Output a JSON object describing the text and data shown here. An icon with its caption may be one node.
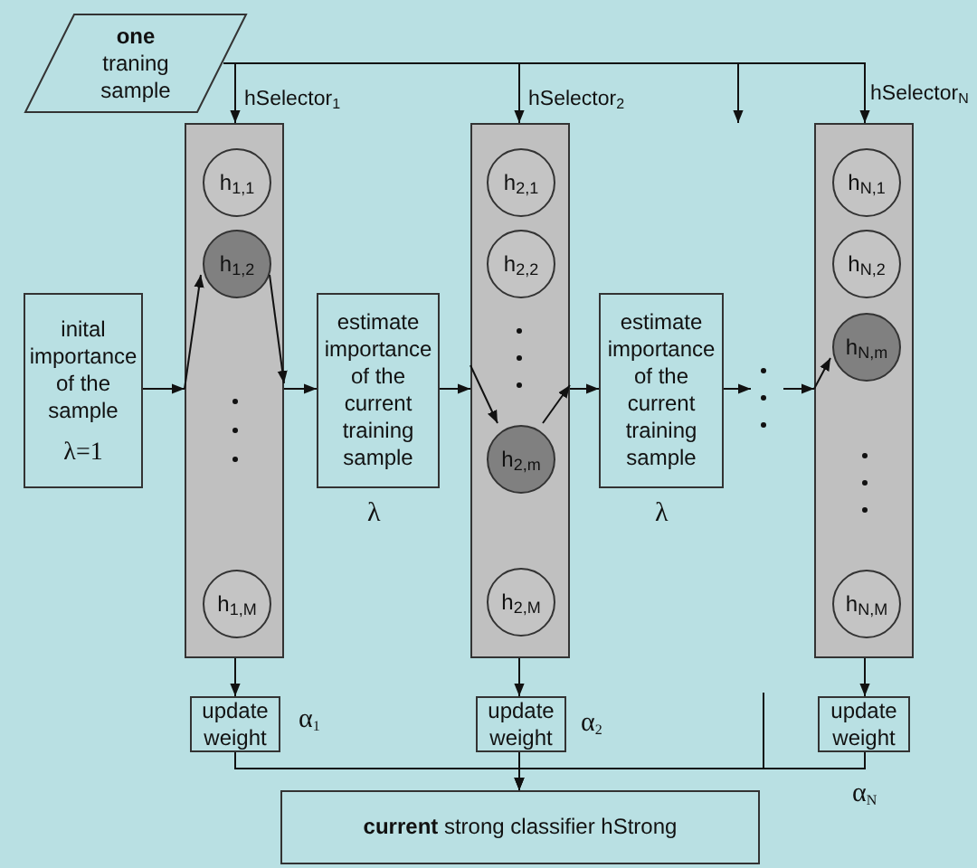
{
  "diagram": {
    "nodes": [
      {
        "text": [
          "one",
          "traning sample"
        ]
      },
      {
        "text": [
          "inital importance of the sample",
          "λ=1"
        ]
      },
      {
        "text": [],
        "shape": "box"
      },
      {
        "text": [
          "h$_{1,1}$"
        ],
        "in": 2
      },
      {
        "text": [
          "h$_{1,2}$"
        ],
        "in": 2
      },
      {
        "text": [
          "h$_{1,M}$"
        ],
        "in": 2
      },
      {
        "text": [
          "estimate importance of the current training sample"
        ],
        "beside": [
          "λ"
        ]
      },
      {
        "text": [],
        "shape": "box"
      },
      {
        "text": [
          "h$_{2,1}$"
        ],
        "in": 7
      },
      {
        "text": [
          "h$_{2,2}$"
        ],
        "in": 7
      },
      {
        "text": [
          "h$_{2,m}$"
        ],
        "in": 7
      },
      {
        "text": [
          "h$_{2,M}$"
        ],
        "in": 7
      },
      {
        "text": [
          "estimate importance of the current training sample"
        ],
        "beside": [
          "λ"
        ]
      },
      {
        "text": [],
        "shape": "box"
      },
      {
        "text": [
          "h$_{N,1}$"
        ],
        "in": 13
      },
      {
        "text": [
          "h$_{N,2}$"
        ],
        "in": 13
      },
      {
        "text": [
          "h$_{N,m}$"
        ],
        "in": 13
      },
      {
        "text": [
          "h$_{N,M}$"
        ],
        "in": 13
      },
      {
        "text": [
          "update weight"
        ],
        "beside": [
          "α$_{1}$"
        ]
      },
      {
        "text": [
          "update weight"
        ],
        "beside": [
          "α$_{2}$"
        ]
      },
      {
        "text": [
          "update weight"
        ],
        "beside": [
          "α$_{N}$"
        ]
      },
      {
        "text": [
          "**current** strong classifier hStrong"
        ]
      }
    ],
    "edges": [
      {
        "from": 0,
        "to": 2,
        "arrow": "to",
        "label": "hSelector$_{1}$"
      },
      {
        "from": 0,
        "to": 7,
        "arrow": "to",
        "label": "hSelector$_{2}$"
      },
      {
        "from": 0,
        "to": null,
        "arrow": "to"
      },
      {
        "from": 0,
        "to": 13,
        "arrow": "to",
        "label": "hSelector$_{N}$"
      },
      {
        "from": 1,
        "to": 2,
        "arrow": "to"
      },
      {
        "from": 2,
        "to": 4,
        "arrow": "to"
      },
      {
        "from": 4,
        "to": 2,
        "arrow": "to"
      },
      {
        "from": 2,
        "to": 6,
        "arrow": "to"
      },
      {
        "from": 6,
        "to": 7,
        "arrow": "to"
      },
      {
        "from": 7,
        "to": 10,
        "arrow": "to"
      },
      {
        "from": 10,
        "to": 7,
        "arrow": "to"
      },
      {
        "from": 7,
        "to": 12,
        "arrow": "to"
      },
      {
        "from": 12,
        "to": null,
        "arrow": "to"
      },
      {
        "from": null,
        "to": 13,
        "arrow": "to"
      },
      {
        "from": 13,
        "to": 16,
        "arrow": "to"
      },
      {
        "from": 2,
        "to": 18,
        "arrow": "to"
      },
      {
        "from": 7,
        "to": 19,
        "arrow": "to"
      },
      {
        "from": 13,
        "to": 20,
        "arrow": "to"
      },
      {
        "from": 18,
        "to": 21,
        "arrow": "to"
      },
      {
        "from": 19,
        "to": 21,
        "arrow": "to"
      },
      {
        "from": 20,
        "to": 21,
        "arrow": "to"
      }
    ]
  }
}
